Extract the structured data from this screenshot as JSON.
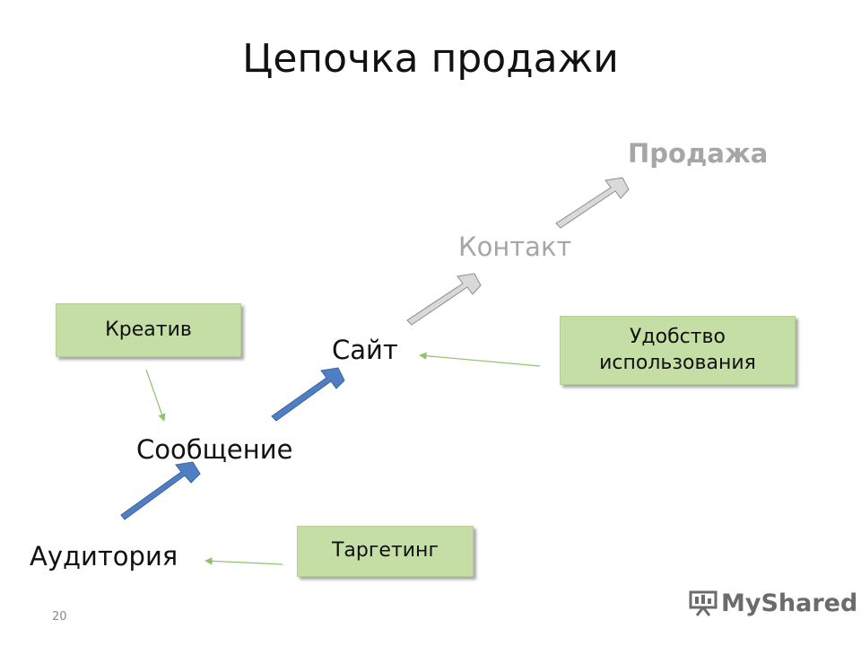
{
  "title": "Цепочка продажи",
  "stages": {
    "audience": "Аудитория",
    "message": "Сообщение",
    "site": "Сайт",
    "contact": "Контакт",
    "sale": "Продажа"
  },
  "factors": {
    "creative": "Креатив",
    "targeting": "Таргетинг",
    "usability_line1": "Удобство",
    "usability_line2": "использования"
  },
  "slide_number": "20",
  "logo_text": "MyShared",
  "colors": {
    "blue_arrow": "#4f7ec3",
    "gray_arrow": "#d9d9d9",
    "factor_box": "#c5dea5",
    "link_line": "#8dc26a"
  }
}
